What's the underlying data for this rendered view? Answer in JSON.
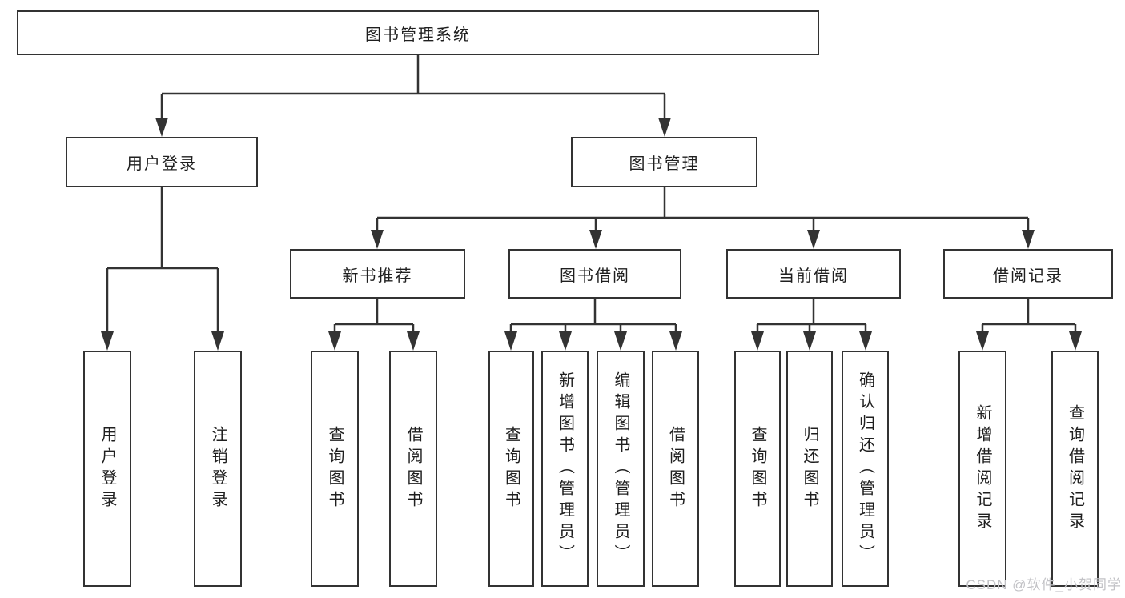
{
  "diagram": {
    "root": {
      "label": "图书管理系统"
    },
    "level2": [
      {
        "id": "user-login",
        "label": "用户登录"
      },
      {
        "id": "book-management",
        "label": "图书管理"
      }
    ],
    "level3": [
      {
        "id": "new-book-recommend",
        "parent": "图书管理",
        "label": "新书推荐"
      },
      {
        "id": "book-borrowing",
        "parent": "图书管理",
        "label": "图书借阅"
      },
      {
        "id": "current-borrowing",
        "parent": "图书管理",
        "label": "当前借阅"
      },
      {
        "id": "borrowing-records",
        "parent": "图书管理",
        "label": "借阅记录"
      }
    ],
    "leaves": [
      {
        "parent": "用户登录",
        "label": "用户登录"
      },
      {
        "parent": "用户登录",
        "label": "注销登录"
      },
      {
        "parent": "新书推荐",
        "label": "查询图书"
      },
      {
        "parent": "新书推荐",
        "label": "借阅图书"
      },
      {
        "parent": "图书借阅",
        "label": "查询图书"
      },
      {
        "parent": "图书借阅",
        "label": "新增图书（管理员）"
      },
      {
        "parent": "图书借阅",
        "label": "编辑图书（管理员）"
      },
      {
        "parent": "图书借阅",
        "label": "借阅图书"
      },
      {
        "parent": "当前借阅",
        "label": "查询图书"
      },
      {
        "parent": "当前借阅",
        "label": "归还图书"
      },
      {
        "parent": "当前借阅",
        "label": "确认归还（管理员）"
      },
      {
        "parent": "借阅记录",
        "label": "新增借阅记录"
      },
      {
        "parent": "借阅记录",
        "label": "查询借阅记录"
      }
    ]
  },
  "watermark": {
    "text": "CSDN @软件_小贺同学"
  },
  "colors": {
    "line": "#333333",
    "box_border": "#333333",
    "background": "#ffffff",
    "text": "#1f1f1f",
    "watermark": "#c2c2c6"
  }
}
